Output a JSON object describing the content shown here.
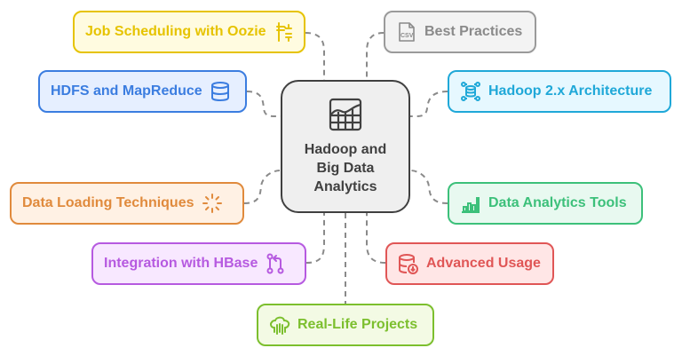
{
  "center": {
    "title_line1": "Hadoop and",
    "title_line2": "Big Data",
    "title_line3": "Analytics",
    "icon": "chart-table-icon"
  },
  "nodes": [
    {
      "label": "Job Scheduling with Oozie",
      "icon": "scheduler-icon",
      "color": "#e6c300",
      "bg": "#fffbe0"
    },
    {
      "label": "Best Practices",
      "icon": "csv-file-icon",
      "color": "#8a8a8a",
      "bg": "#f3f3f3"
    },
    {
      "label": "HDFS and MapReduce",
      "icon": "database-icon",
      "color": "#3b7de0",
      "bg": "#e6efff"
    },
    {
      "label": "Hadoop 2.x Architecture",
      "icon": "network-database-icon",
      "color": "#1fa8d8",
      "bg": "#e6f8ff"
    },
    {
      "label": "Data Loading Techniques",
      "icon": "loader-icon",
      "color": "#e08a3c",
      "bg": "#fff1e4"
    },
    {
      "label": "Data Analytics Tools",
      "icon": "bar-chart-icon",
      "color": "#3cc07a",
      "bg": "#e8f9f0"
    },
    {
      "label": "Integration with HBase",
      "icon": "git-pull-request-icon",
      "color": "#b65ae0",
      "bg": "#f8e8ff"
    },
    {
      "label": "Advanced Usage",
      "icon": "database-download-icon",
      "color": "#e05656",
      "bg": "#ffe6e6"
    },
    {
      "label": "Real-Life Projects",
      "icon": "cloud-circuit-icon",
      "color": "#7cbf2e",
      "bg": "#f3fae4"
    }
  ],
  "connector_color": "#8a8a8a"
}
